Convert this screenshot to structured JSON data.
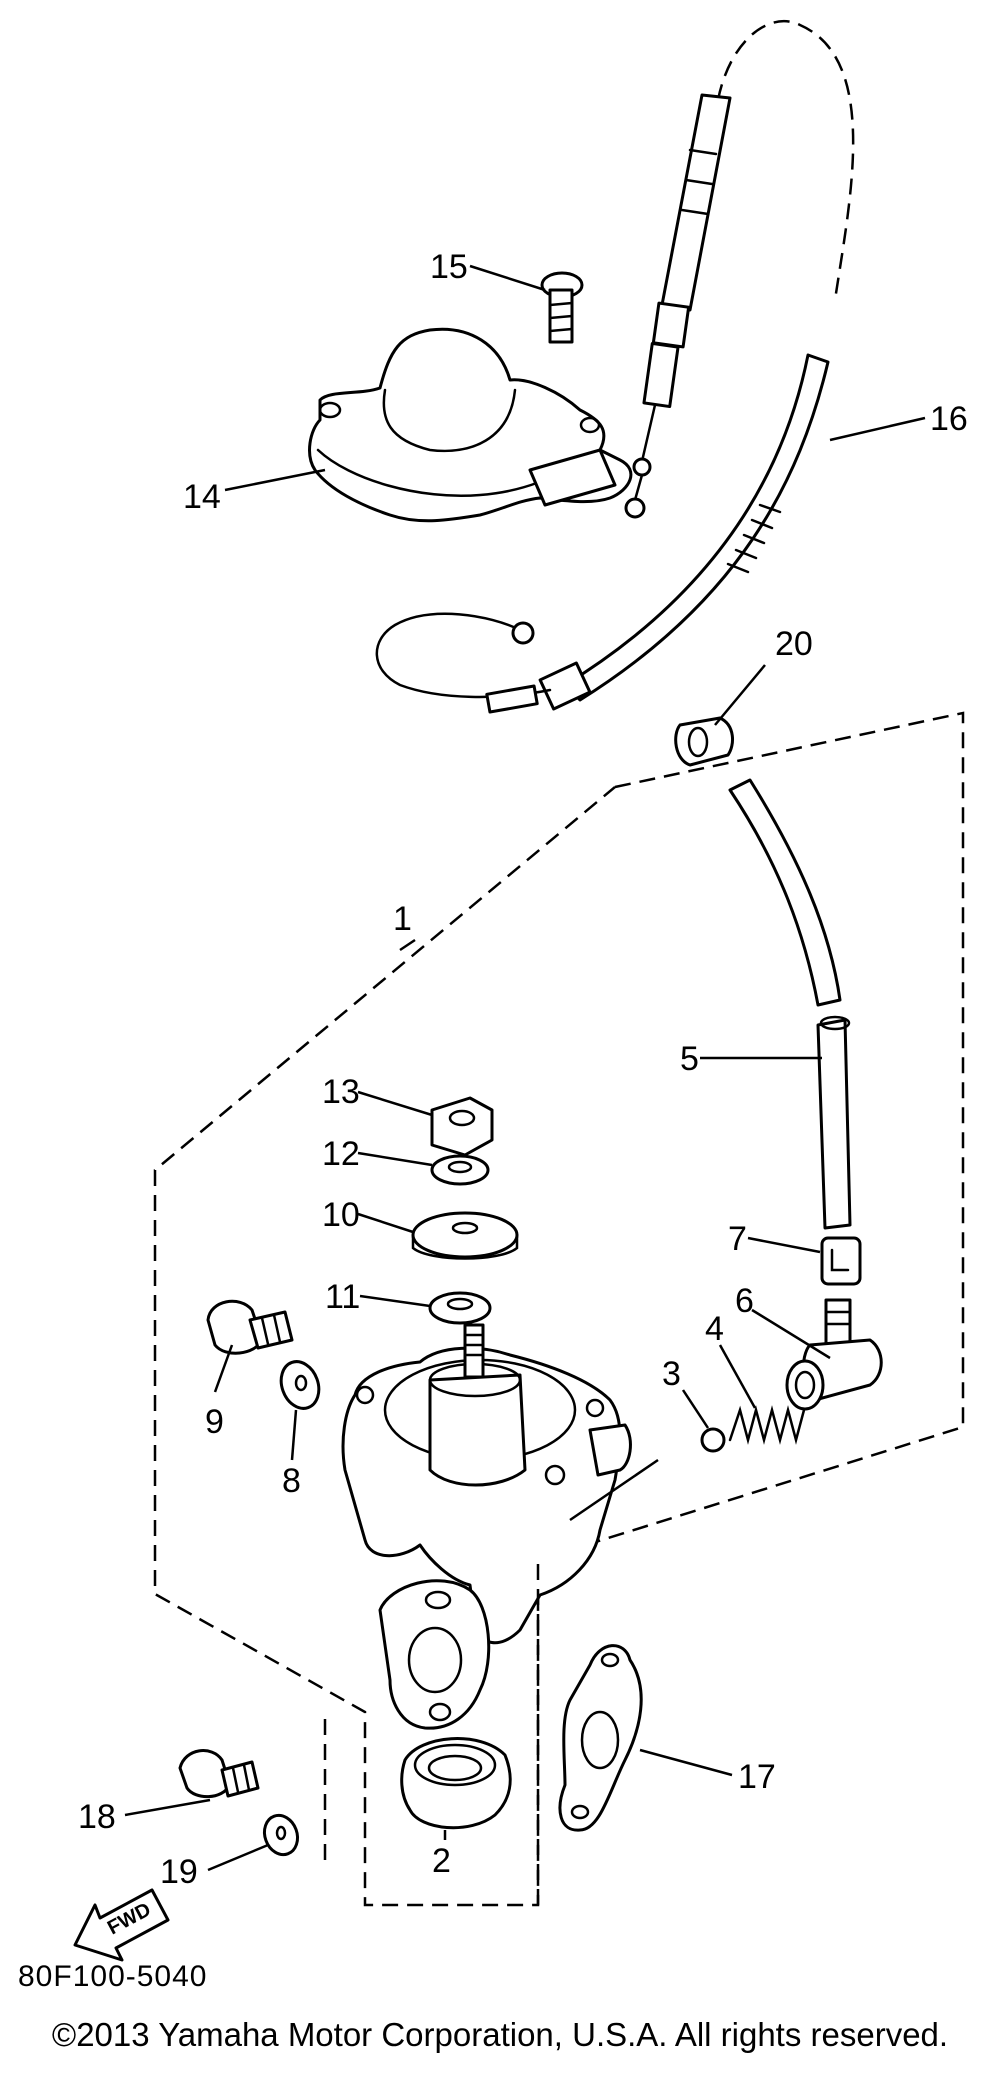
{
  "diagram": {
    "callouts": {
      "c1": "1",
      "c2": "2",
      "c3": "3",
      "c4": "4",
      "c5": "5",
      "c6": "6",
      "c7": "7",
      "c8": "8",
      "c9": "9",
      "c10": "10",
      "c11": "11",
      "c12": "12",
      "c13": "13",
      "c14": "14",
      "c15": "15",
      "c16": "16",
      "c17": "17",
      "c18": "18",
      "c19": "19",
      "c20": "20"
    },
    "fwd_label": "FWD",
    "diagram_code": "80F100-5040"
  },
  "footer": {
    "copyright": "©2013 Yamaha Motor Corporation, U.S.A. All rights reserved."
  }
}
